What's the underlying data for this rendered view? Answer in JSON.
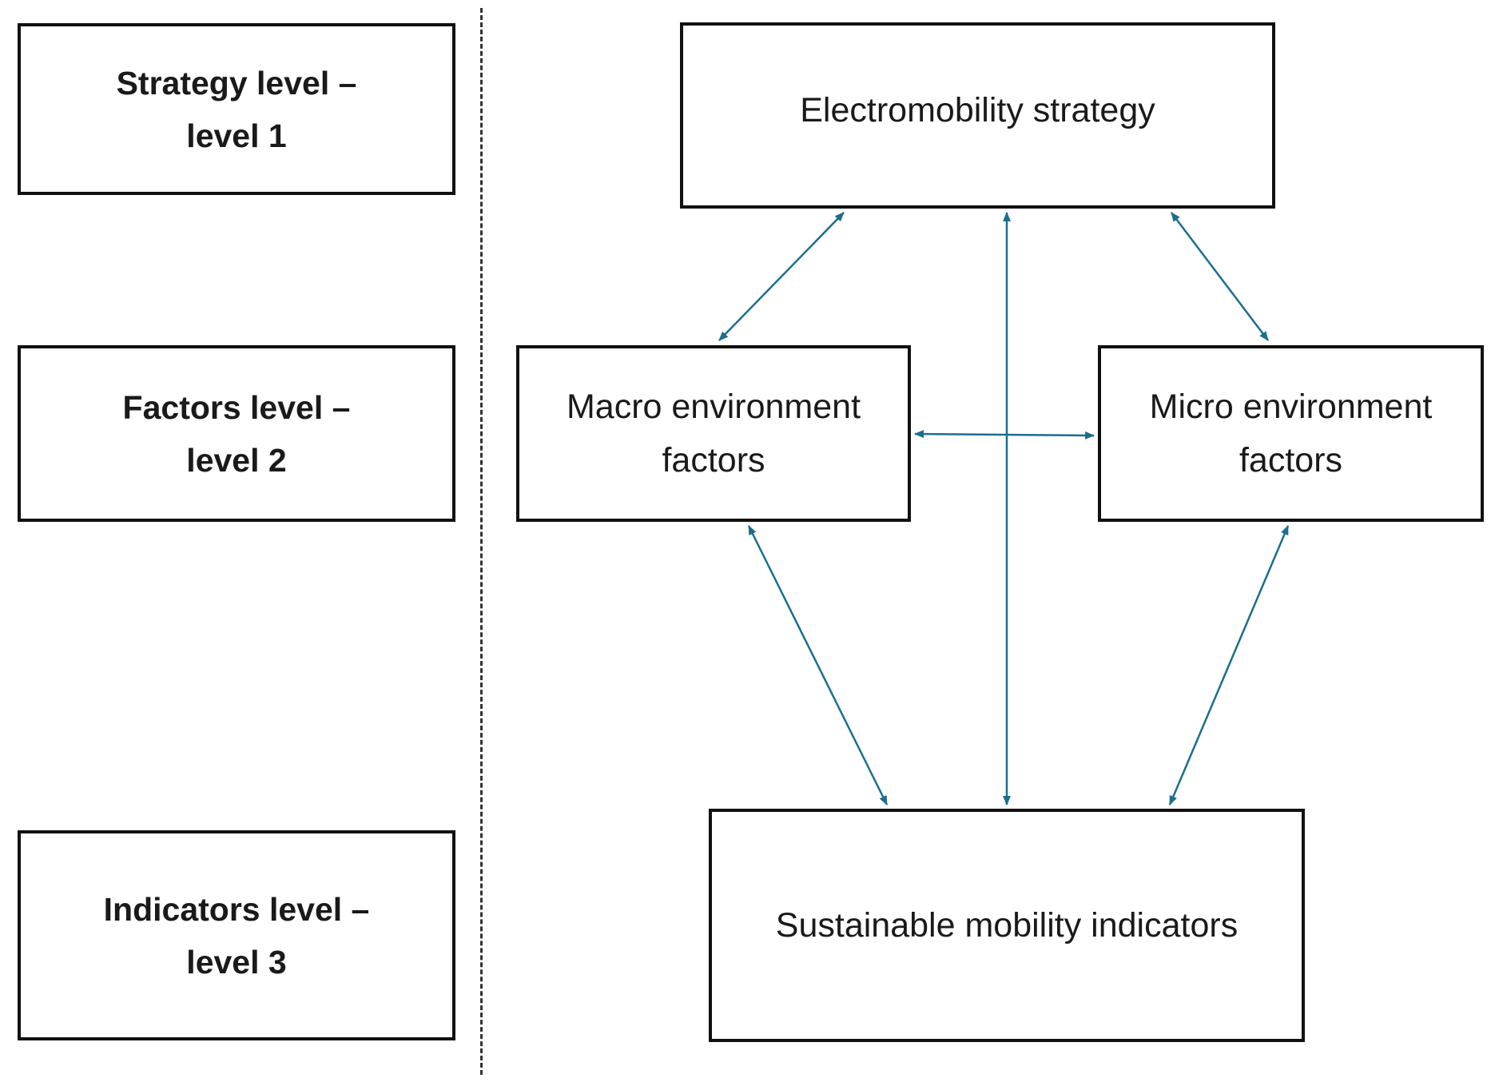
{
  "colors": {
    "box_border": "#111111",
    "arrow": "#1b6e8e",
    "divider": "#333333",
    "text": "#1a1a1a"
  },
  "levels": [
    {
      "line1": "Strategy level –",
      "line2": "level 1"
    },
    {
      "line1": "Factors level –",
      "line2": "level 2"
    },
    {
      "line1": "Indicators level –",
      "line2": "level 3"
    }
  ],
  "nodes": {
    "strategy": {
      "label": "Electromobility strategy"
    },
    "macro": {
      "line1": "Macro environment",
      "line2": "factors"
    },
    "micro": {
      "line1": "Micro environment",
      "line2": "factors"
    },
    "indicators": {
      "label": "Sustainable mobility indicators"
    }
  },
  "connections": [
    {
      "from": "strategy",
      "to": "macro",
      "direction": "bidirectional"
    },
    {
      "from": "strategy",
      "to": "micro",
      "direction": "bidirectional"
    },
    {
      "from": "strategy",
      "to": "indicators",
      "direction": "bidirectional"
    },
    {
      "from": "macro",
      "to": "micro",
      "direction": "bidirectional"
    },
    {
      "from": "macro",
      "to": "indicators",
      "direction": "bidirectional"
    },
    {
      "from": "micro",
      "to": "indicators",
      "direction": "bidirectional"
    }
  ]
}
